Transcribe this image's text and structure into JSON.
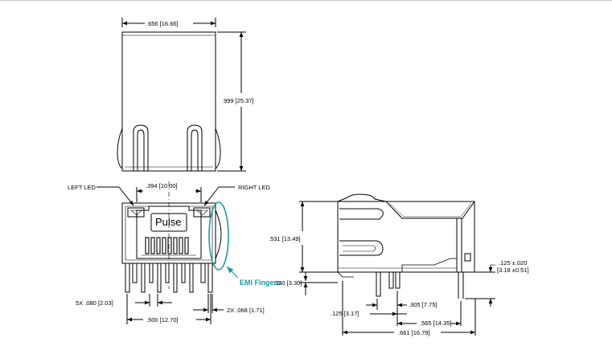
{
  "colors": {
    "line": "#000000",
    "accent": "#1a9aa0",
    "background": "#ffffff"
  },
  "top_view": {
    "width_dim": ".656 [16.66]",
    "height_dim": ".999 [25.37]"
  },
  "front_view": {
    "left_led": "LEFT LED",
    "right_led": "RIGHT LED",
    "led_spacing_dim": ".394 [10.00]",
    "brand": "Pulse",
    "emi_label": "EMI Fingers",
    "pin_pitch_dim": "5X .080 [2.03]",
    "pin_span_dim": ".500 [12.70]",
    "tab_dim": "2X .068 [1.71]"
  },
  "side_view": {
    "height_dim": ".531 [13.49]",
    "standoff_dim": ".130 [3.30]",
    "dim_305": ".305 [7.75]",
    "dim_125": ".125 [3.17]",
    "dim_565": ".565 [14.35]",
    "dim_661": ".661 [16.79]",
    "pin_len_dim_1": ".125 ±.020",
    "pin_len_dim_2": "[3.18 ±0.51]"
  }
}
